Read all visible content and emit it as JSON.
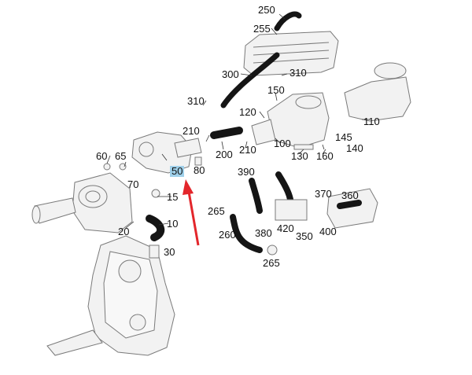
{
  "colors": {
    "part_fill": "#f2f2f2",
    "part_stroke": "#7a7a7a",
    "hose_fill": "#151515",
    "highlight_bg": "#9fd0ea",
    "arrow": "#e3262b",
    "leader": "#333333"
  },
  "parts": {
    "p10": "10",
    "p15": "15",
    "p20": "20",
    "p30": "30",
    "p50": "50",
    "p60": "60",
    "p65": "65",
    "p70": "70",
    "p80": "80",
    "p100": "100",
    "p110": "110",
    "p120": "120",
    "p130": "130",
    "p140": "140",
    "p145": "145",
    "p150": "150",
    "p160": "160",
    "p200": "200",
    "p210a": "210",
    "p210b": "210",
    "p250": "250",
    "p255": "255",
    "p260": "260",
    "p265a": "265",
    "p265b": "265",
    "p300": "300",
    "p310a": "310",
    "p310b": "310",
    "p350": "350",
    "p360": "360",
    "p370": "370",
    "p380": "380",
    "p390": "390",
    "p400": "400",
    "p420": "420"
  },
  "highlighted_part": "50"
}
